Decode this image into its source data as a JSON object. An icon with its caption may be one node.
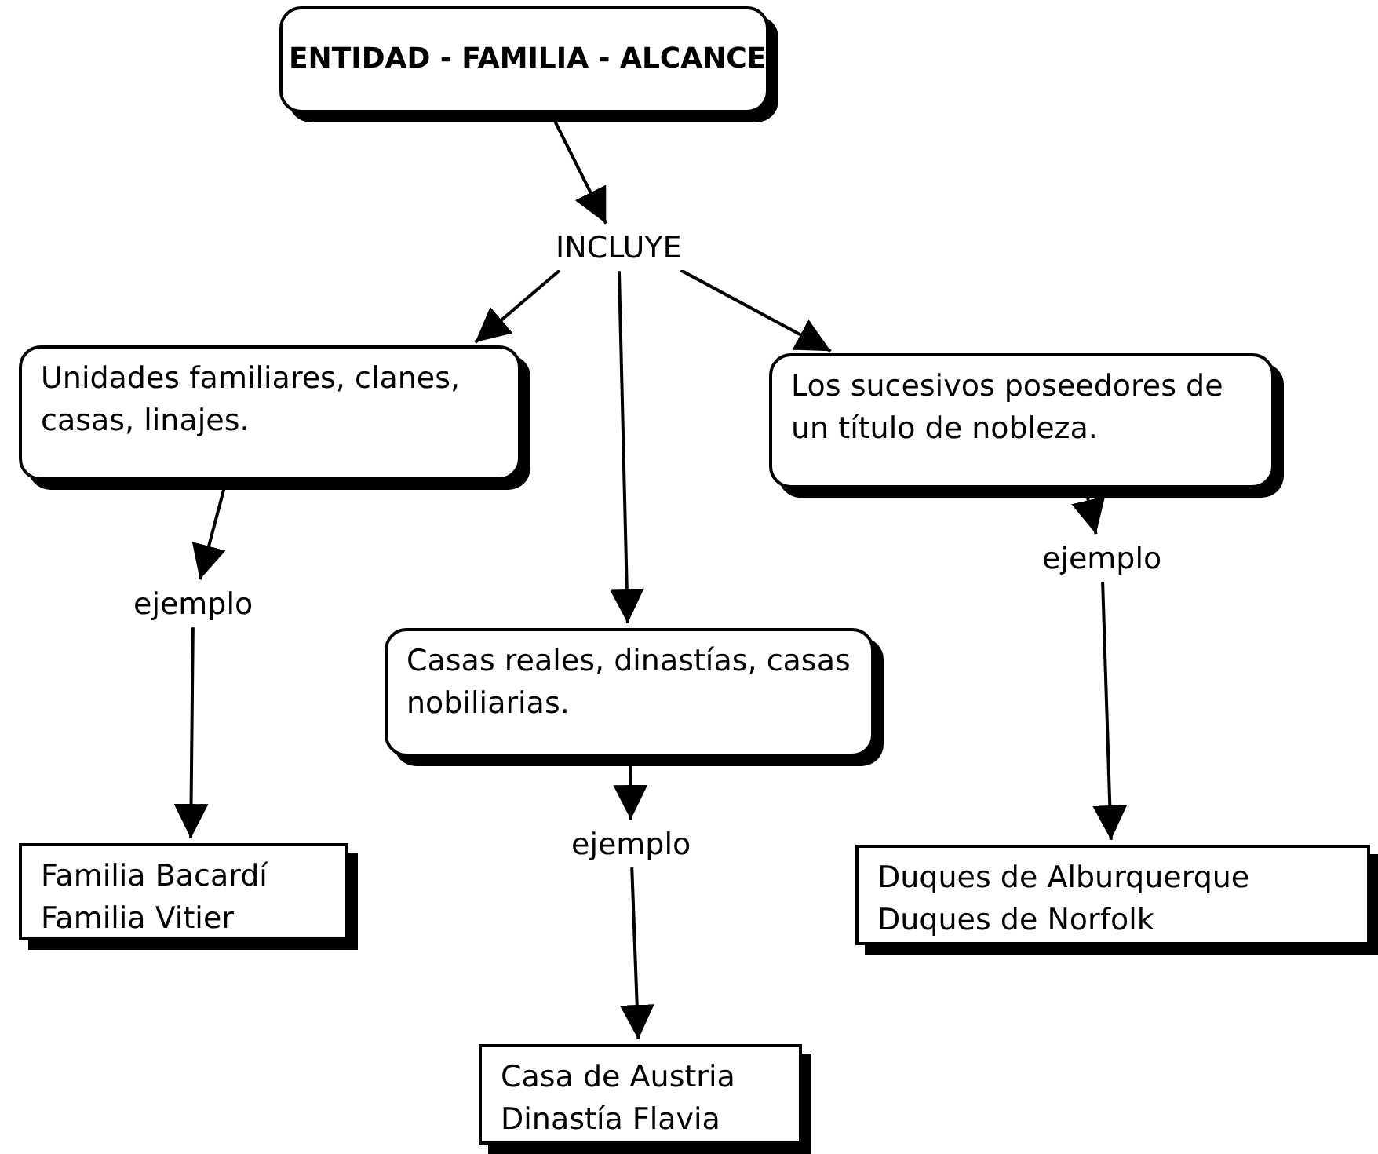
{
  "diagram": {
    "nodes": [
      {
        "text": [
          "ENTIDAD - FAMILIA - ALCANCE"
        ]
      },
      {
        "text": [
          "INCLUYE"
        ]
      },
      {
        "text": [
          "Unidades familiares, clanes, casas, linajes."
        ]
      },
      {
        "text": [
          "Los sucesivos poseedores de un título de nobleza."
        ]
      },
      {
        "text": [
          "ejemplo"
        ]
      },
      {
        "text": [
          "Casas reales, dinastías, casas nobiliarias."
        ]
      },
      {
        "text": [
          "ejemplo"
        ]
      },
      {
        "text": [
          "ejemplo"
        ]
      },
      {
        "text": [
          "Familia Bacardí",
          "Familia Vitier"
        ]
      },
      {
        "text": [
          "Duques de Alburquerque",
          "Duques de Norfolk"
        ]
      },
      {
        "text": [
          "Casa de Austria",
          "Dinastía Flavia"
        ]
      }
    ],
    "edges": [
      {
        "from": 0,
        "to": 1,
        "arrow": "to"
      },
      {
        "from": 1,
        "to": 2,
        "arrow": "to"
      },
      {
        "from": 1,
        "to": 5,
        "arrow": "to"
      },
      {
        "from": 1,
        "to": 3,
        "arrow": "to"
      },
      {
        "from": 2,
        "to": 4,
        "arrow": "to"
      },
      {
        "from": 4,
        "to": 8,
        "arrow": "to"
      },
      {
        "from": 3,
        "to": 6,
        "arrow": "to"
      },
      {
        "from": 6,
        "to": 9,
        "arrow": "to"
      },
      {
        "from": 5,
        "to": 7,
        "arrow": "to"
      },
      {
        "from": 7,
        "to": 10,
        "arrow": "to"
      }
    ]
  }
}
